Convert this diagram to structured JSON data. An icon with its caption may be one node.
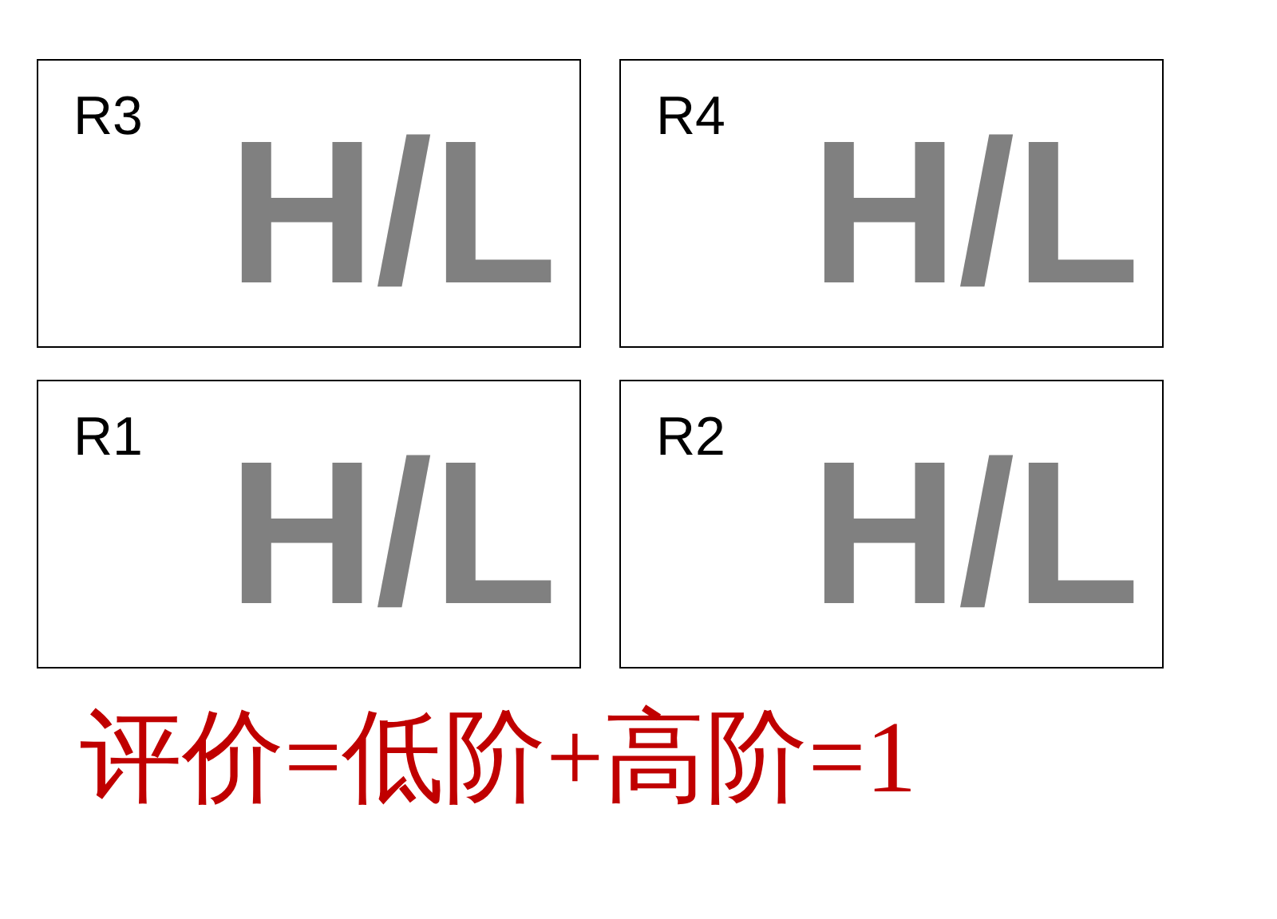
{
  "diagram": {
    "nodes": [
      {
        "text": [
          "R3",
          "H/L"
        ]
      },
      {
        "text": [
          "R4",
          "H/L"
        ]
      },
      {
        "text": [
          "R1",
          "H/L"
        ]
      },
      {
        "text": [
          "R2",
          "H/L"
        ]
      }
    ],
    "labels": [
      "评价=低阶+高阶=1"
    ]
  }
}
